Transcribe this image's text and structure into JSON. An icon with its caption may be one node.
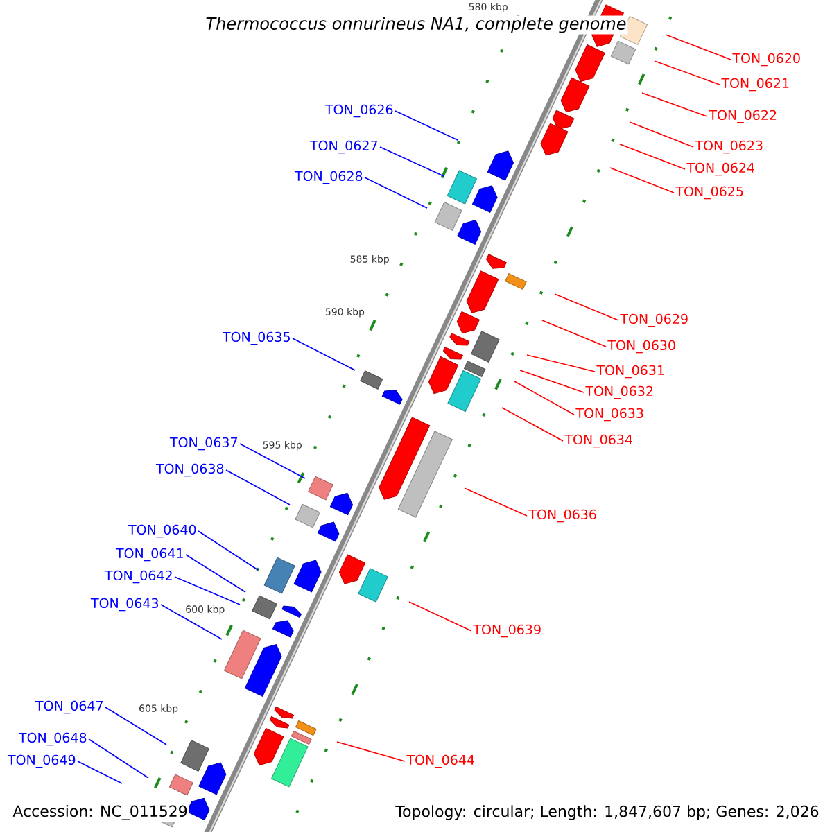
{
  "diagram": {
    "title": "Thermococcus onnurineus NA1, complete genome",
    "nodes": [
      {
        "text": [
          "TON_0620"
        ]
      },
      {
        "text": [
          "TON_0621"
        ]
      },
      {
        "text": [
          "TON_0626"
        ]
      },
      {
        "text": [
          "TON_0622"
        ]
      },
      {
        "text": [
          "TON_0623"
        ]
      },
      {
        "text": [
          "TON_0627"
        ]
      },
      {
        "text": [
          "TON_0624"
        ]
      },
      {
        "text": [
          "TON_0628"
        ]
      },
      {
        "text": [
          "TON_0625"
        ]
      },
      {
        "text": [
          "TON_0629"
        ]
      },
      {
        "text": [
          "TON_0635"
        ]
      },
      {
        "text": [
          "TON_0630"
        ]
      },
      {
        "text": [
          "TON_0631"
        ]
      },
      {
        "text": [
          "TON_0632"
        ]
      },
      {
        "text": [
          "TON_0633"
        ]
      },
      {
        "text": [
          "TON_0634"
        ]
      },
      {
        "text": [
          "TON_0637"
        ]
      },
      {
        "text": [
          "TON_0638"
        ]
      },
      {
        "text": [
          "TON_0636"
        ]
      },
      {
        "text": [
          "TON_0640"
        ]
      },
      {
        "text": [
          "TON_0641"
        ]
      },
      {
        "text": [
          "TON_0642"
        ]
      },
      {
        "text": [
          "TON_0643"
        ]
      },
      {
        "text": [
          "TON_0639"
        ]
      },
      {
        "text": [
          "TON_0647"
        ]
      },
      {
        "text": [
          "TON_0648"
        ]
      },
      {
        "text": [
          "TON_0644"
        ]
      },
      {
        "text": [
          "TON_0649"
        ]
      }
    ],
    "edges": [
      {
        "from": 0,
        "to": null,
        "arrow": "none"
      },
      {
        "from": 1,
        "to": null,
        "arrow": "none"
      },
      {
        "from": 2,
        "to": null,
        "arrow": "none",
        "color": "#0000ff"
      },
      {
        "from": 3,
        "to": null,
        "arrow": "none"
      },
      {
        "from": 4,
        "to": null,
        "arrow": "none"
      },
      {
        "from": 5,
        "to": null,
        "arrow": "none",
        "color": "#0000ff"
      },
      {
        "from": 6,
        "to": null,
        "arrow": "none"
      },
      {
        "from": 7,
        "to": null,
        "arrow": "none",
        "color": "#0000ff"
      },
      {
        "from": 8,
        "to": null,
        "arrow": "none"
      },
      {
        "from": 9,
        "to": null,
        "arrow": "none"
      },
      {
        "from": 10,
        "to": null,
        "arrow": "none",
        "color": "#0000ff"
      },
      {
        "from": 11,
        "to": null,
        "arrow": "none"
      },
      {
        "from": 12,
        "to": null,
        "arrow": "none"
      },
      {
        "from": 13,
        "to": null,
        "arrow": "none"
      },
      {
        "from": 14,
        "to": null,
        "arrow": "none"
      },
      {
        "from": 15,
        "to": null,
        "arrow": "none"
      },
      {
        "from": 16,
        "to": null,
        "arrow": "none",
        "color": "#0000ff"
      },
      {
        "from": 17,
        "to": null,
        "arrow": "none",
        "color": "#0000ff"
      },
      {
        "from": 18,
        "to": null,
        "arrow": "none"
      },
      {
        "from": 19,
        "to": null,
        "arrow": "none",
        "color": "#0000ff"
      },
      {
        "from": 20,
        "to": null,
        "arrow": "none",
        "color": "#0000ff"
      },
      {
        "from": 21,
        "to": null,
        "arrow": "none",
        "color": "#0000ff"
      },
      {
        "from": 22,
        "to": null,
        "arrow": "none",
        "color": "#0000ff"
      },
      {
        "from": 23,
        "to": null,
        "arrow": "none"
      },
      {
        "from": 24,
        "to": null,
        "arrow": "none",
        "color": "#0000ff"
      },
      {
        "from": 25,
        "to": null,
        "arrow": "none",
        "color": "#0000ff"
      },
      {
        "from": 26,
        "to": null,
        "arrow": "none"
      },
      {
        "from": 27,
        "to": null,
        "arrow": "none",
        "color": "#0000ff"
      }
    ],
    "labels": [
      "580 kbp",
      "585 kbp",
      "590 kbp",
      "595 kbp",
      "600 kbp",
      "605 kbp",
      "Accession: NC_011529",
      "Topology: circular; Length: 1,847,607 bp; Genes: 2,026"
    ]
  }
}
